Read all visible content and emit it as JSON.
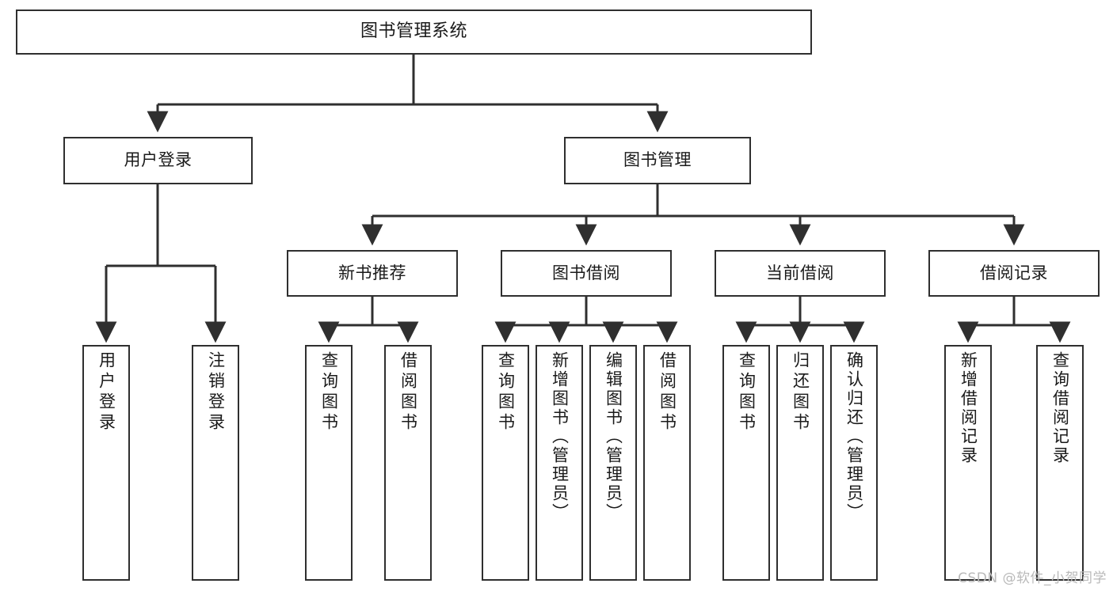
{
  "diagram": {
    "title": "图书管理系统",
    "type": "tree-hierarchy",
    "watermark": "CSDN @软件_小贺同学",
    "colors": {
      "background": "#ffffff",
      "box_border": "#2f2f2f",
      "box_fill": "#ffffff",
      "connector": "#2f2f2f",
      "text": "#1a1a1a",
      "watermark": "#b9b9b9"
    },
    "nodes": {
      "root": {
        "id": "root",
        "label": "图书管理系统"
      },
      "level2": [
        {
          "id": "user-login",
          "label": "用户登录"
        },
        {
          "id": "book-manage",
          "label": "图书管理"
        }
      ],
      "level3": [
        {
          "id": "new-book-recommend",
          "label": "新书推荐",
          "parent": "book-manage"
        },
        {
          "id": "book-borrow",
          "label": "图书借阅",
          "parent": "book-manage"
        },
        {
          "id": "current-borrow",
          "label": "当前借阅",
          "parent": "book-manage"
        },
        {
          "id": "borrow-record",
          "label": "借阅记录",
          "parent": "book-manage"
        }
      ],
      "leaves": [
        {
          "id": "leaf-user-login",
          "label": "用户登录",
          "parent": "user-login"
        },
        {
          "id": "leaf-user-logout",
          "label": "注销登录",
          "parent": "user-login"
        },
        {
          "id": "leaf-query-book-1",
          "label": "查询图书",
          "parent": "new-book-recommend"
        },
        {
          "id": "leaf-borrow-book-1",
          "label": "借阅图书",
          "parent": "new-book-recommend"
        },
        {
          "id": "leaf-query-book-2",
          "label": "查询图书",
          "parent": "book-borrow"
        },
        {
          "id": "leaf-add-book",
          "label": "新增图书（管理员）",
          "parent": "book-borrow"
        },
        {
          "id": "leaf-edit-book",
          "label": "编辑图书（管理员）",
          "parent": "book-borrow"
        },
        {
          "id": "leaf-borrow-book-2",
          "label": "借阅图书",
          "parent": "book-borrow"
        },
        {
          "id": "leaf-query-book-3",
          "label": "查询图书",
          "parent": "current-borrow"
        },
        {
          "id": "leaf-return-book",
          "label": "归还图书",
          "parent": "current-borrow"
        },
        {
          "id": "leaf-confirm-return",
          "label": "确认归还（管理员）",
          "parent": "current-borrow"
        },
        {
          "id": "leaf-add-record",
          "label": "新增借阅记录",
          "parent": "borrow-record"
        },
        {
          "id": "leaf-query-record",
          "label": "查询借阅记录",
          "parent": "borrow-record"
        }
      ]
    }
  }
}
